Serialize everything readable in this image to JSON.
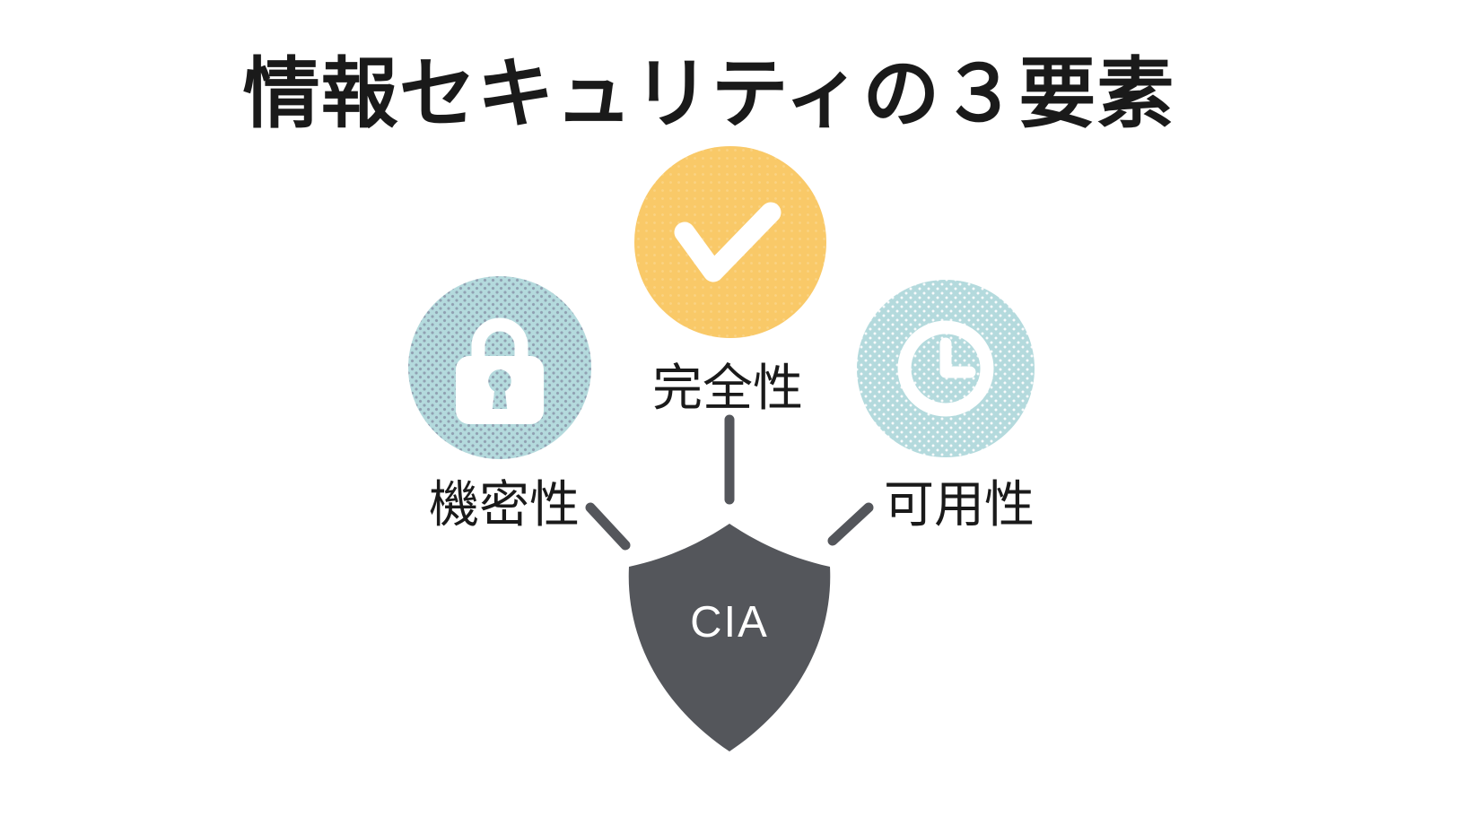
{
  "title": "情報セキュリティの３要素",
  "diagram": {
    "elements": [
      {
        "id": "confidentiality",
        "label": "機密性",
        "icon": "lock-icon",
        "circle_color": "#B4DADD",
        "icon_color": "#FFFFFF"
      },
      {
        "id": "integrity",
        "label": "完全性",
        "icon": "check-icon",
        "circle_color": "#F9C968",
        "icon_color": "#FFFFFF"
      },
      {
        "id": "availability",
        "label": "可用性",
        "icon": "clock-icon",
        "circle_color": "#B4DADD",
        "icon_color": "#FFFFFF"
      }
    ],
    "center": {
      "label": "CIA",
      "shape": "shield",
      "color": "#54565B"
    }
  },
  "colors": {
    "background": "#FFFFFF",
    "accent_yellow": "#F9C968",
    "accent_teal": "#B4DADD",
    "dark_gray": "#54565B",
    "text": "#1A1A1A"
  }
}
